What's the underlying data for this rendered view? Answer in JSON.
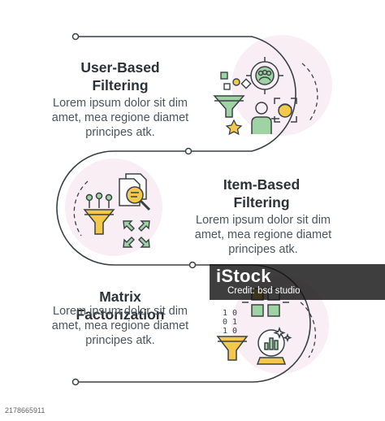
{
  "sections": [
    {
      "title_line1": "User-Based",
      "title_line2": "Filtering",
      "body": [
        "Lorem ipsum dolor sit dim",
        "amet, mea regione diamet",
        "principes atk."
      ]
    },
    {
      "title_line1": "Item-Based",
      "title_line2": "Filtering",
      "body": [
        "Lorem ipsum dolor sit dim",
        "amet, mea regione diamet",
        "principes atk."
      ]
    },
    {
      "title_line1": "Matrix",
      "title_line2": "Factorization",
      "body": [
        "Lorem ipsum dolor sit dim",
        "amet, mea regione diamet",
        "principes atk."
      ]
    }
  ],
  "icons": [
    "target-users-icon",
    "filter-funnel-icon",
    "star-icon",
    "person-icon",
    "face-scan-icon",
    "documents-search-icon",
    "funnel-nodes-icon",
    "arrows-inward-icon",
    "binary-code-icon",
    "matrix-grid-icon",
    "crystal-ball-icon"
  ],
  "binary_text": [
    "1 0",
    "0 1",
    "1 0"
  ],
  "colors": {
    "accent_green": "#9fd3a3",
    "accent_yellow": "#f2c94c",
    "pink_bg": "#f9eef4",
    "line": "#3a4146"
  },
  "watermark": {
    "brand": "iStock",
    "credit": "Credit: bsd studio",
    "id": "2178665911"
  }
}
